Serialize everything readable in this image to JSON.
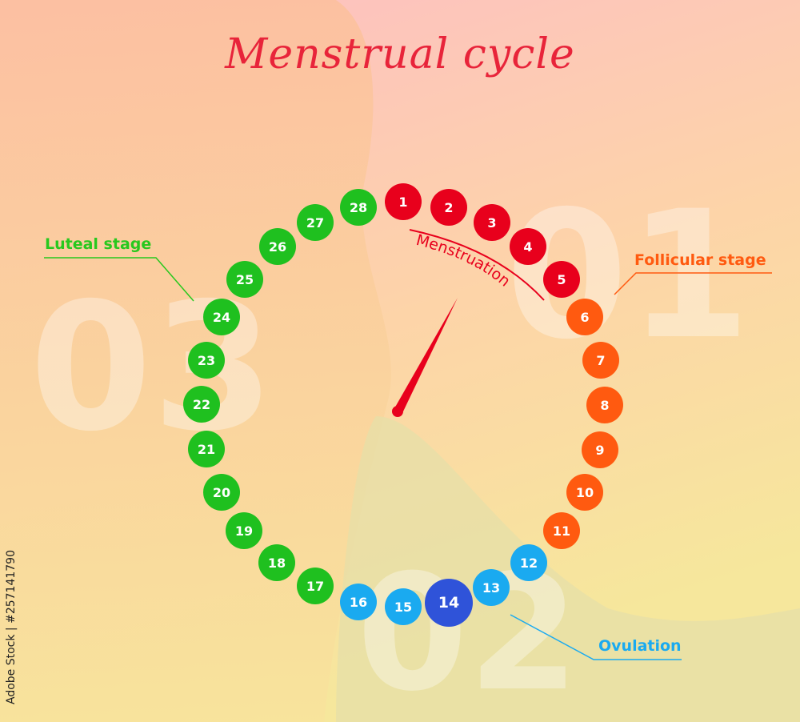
{
  "title": "Menstrual cycle",
  "phase_numbers": {
    "follicular": "01",
    "ovulation": "02",
    "luteal": "03"
  },
  "labels": {
    "luteal": "Luteal stage",
    "follicular": "Follicular stage",
    "ovulation": "Ovulation",
    "menstruation": "Menstruation"
  },
  "stock_id": "Adobe Stock | #257141790",
  "colors": {
    "title": "#e8243a",
    "menstruation": "#e8001c",
    "follicular": "#ff5a10",
    "ovulation": "#1aaaf0",
    "ovulation_peak": "#2f53d9",
    "luteal": "#1fc01f",
    "luteal_label": "#28c81e",
    "follicular_label": "#ff5a10",
    "ovulation_label": "#1aaaf0",
    "needle": "#e8001c"
  },
  "days": [
    {
      "n": "1",
      "phase": "menstruation"
    },
    {
      "n": "2",
      "phase": "menstruation"
    },
    {
      "n": "3",
      "phase": "menstruation"
    },
    {
      "n": "4",
      "phase": "menstruation"
    },
    {
      "n": "5",
      "phase": "menstruation"
    },
    {
      "n": "6",
      "phase": "follicular"
    },
    {
      "n": "7",
      "phase": "follicular"
    },
    {
      "n": "8",
      "phase": "follicular"
    },
    {
      "n": "9",
      "phase": "follicular"
    },
    {
      "n": "10",
      "phase": "follicular"
    },
    {
      "n": "11",
      "phase": "follicular"
    },
    {
      "n": "12",
      "phase": "ovulation"
    },
    {
      "n": "13",
      "phase": "ovulation"
    },
    {
      "n": "14",
      "phase": "ovulation_peak"
    },
    {
      "n": "15",
      "phase": "ovulation"
    },
    {
      "n": "16",
      "phase": "ovulation"
    },
    {
      "n": "17",
      "phase": "luteal"
    },
    {
      "n": "18",
      "phase": "luteal"
    },
    {
      "n": "19",
      "phase": "luteal"
    },
    {
      "n": "20",
      "phase": "luteal"
    },
    {
      "n": "21",
      "phase": "luteal"
    },
    {
      "n": "22",
      "phase": "luteal"
    },
    {
      "n": "23",
      "phase": "luteal"
    },
    {
      "n": "24",
      "phase": "luteal"
    },
    {
      "n": "25",
      "phase": "luteal"
    },
    {
      "n": "26",
      "phase": "luteal"
    },
    {
      "n": "27",
      "phase": "luteal"
    },
    {
      "n": "28",
      "phase": "luteal"
    }
  ]
}
